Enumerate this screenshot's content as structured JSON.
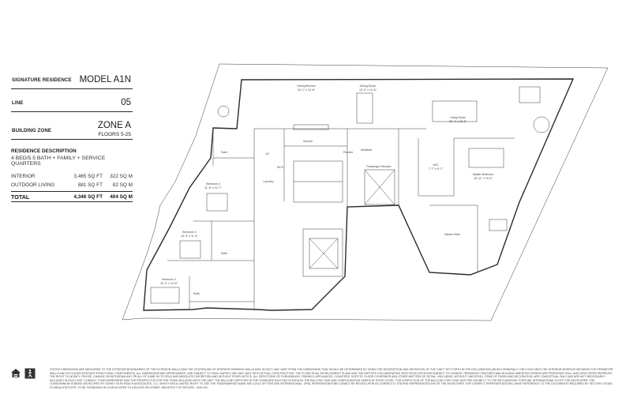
{
  "spec_sheet": {
    "rows": [
      {
        "label": "SIGNATURE RESIDENCE",
        "value": "MODEL A1N"
      },
      {
        "label": "LINE",
        "value": "05"
      },
      {
        "label": "BUILDING ZONE",
        "value": "ZONE A",
        "sub": "FLOORS 5-25"
      }
    ],
    "description_title": "RESIDENCE DESCRIPTION",
    "description": "4 BED/5.5 BATH + FAMILY + SERVICE QUARTERS",
    "areas": [
      {
        "label": "INTERIOR",
        "sqft": "3,465 SQ FT",
        "sqm": "322 SQ M"
      },
      {
        "label": "OUTDOOR LIVING",
        "sqft": "881 SQ FT",
        "sqm": "82 SQ M"
      }
    ],
    "total": {
      "label": "TOTAL",
      "sqft": "4,346 SQ FT",
      "sqm": "404 SQ M"
    }
  },
  "rooms": {
    "family_kitchen": {
      "name": "Family/Kitchen",
      "dims": "24'-1\" x 14'-6\""
    },
    "dining_room": {
      "name": "Dining Room",
      "dims": "13'-2\" x 14'-6\""
    },
    "living_room": {
      "name": "Living Room",
      "dims": "29'-4\" x 15'-8\""
    },
    "master_bedroom": {
      "name": "Master Bedroom",
      "dims": "16'-11\" x 15'-0\""
    },
    "wic": {
      "name": "WIC",
      "dims": "7'-7\" x 9'-7\""
    },
    "bedroom4": {
      "name": "Bedroom 4",
      "dims": "11'-9\" x 12'-7\""
    },
    "bedroom3": {
      "name": "Bedroom 3",
      "dims": "10'-9\" x 11'-6\""
    },
    "bedroom2": {
      "name": "Bedroom 2",
      "dims": "12'-4\" x 12'-8\""
    },
    "service": "Service",
    "laundry": "Laundry",
    "ac": "AC",
    "mcs": "MCS",
    "vestibule": "Vestibule",
    "powder": "Powder",
    "passenger_elevator": "Passenger Elevator",
    "master_bath": "Master Bath",
    "bath": "Bath"
  },
  "disclaimer": "STATED DIMENSIONS ARE MEASURED TO THE EXTERIOR BOUNDARIES OF THE EXTERIOR WALLS AND THE CENTERLINE OF INTERIOR DEMISING WALLS AND, IN FACT, MAY VARY FROM THE DIMENSIONS THAT WOULD BE DETERMINED BY USING THE DESCRIPTION AND DEFINITION OF THE \"UNIT\" SET FORTH IN THE DECLARATION (WHICH GENERALLY ONLY INCLUDES THE INTERIOR AIRSPACE BETWEEN THE PERIMETER WALLS AND EXCLUDES INTERIOR STRUCTURAL COMPONENTS). ALL DIMENSIONS ARE APPROXIMATE, ARE SUBJECT TO FINAL SURVEY AND MAY VARY WITH ACTUAL CONSTRUCTION. THE FLOOR PLAN, DEVELOPMENT PLANS AND THE ENTITIES COLLABORATING WITH DEVELOPER ARE SUBJECT TO CHANGE. RESIDENCE FEATURES AND BUILDING AMENITIES HEREIN ARE PROPOSED ONLY, AND DEVELOPER RESERVES THE RIGHT TO MODIFY, REVISE, CHANGE OR WITHDRAW ANY OR ALL OF SAME IN ITS SOLE AND ABSOLUTE DISCRETION AND WITHOUT PRIOR NOTICE. ALL DEPICTIONS OF FURNISHINGS, FINISHES, APPLIANCES, COUNTERS, SOFFITS, FLOOR COVERINGS AND OTHER MATTERS OF DETAIL, INCLUDING, WITHOUT LIMITATION, ITEMS OF FINISH AND DECORATION, ARE CONCEPTUAL ONLY AND ARE NOT NECESSARILY INCLUDED IN EACH UNIT. CONSULT YOUR AGREEMENT AND THE PROSPECTUS FOR THE ITEMS INCLUDED WITH THE UNIT. THE BALCONY DEPICTED IN THE STANDARD BALCONY ALTHOUGH THE BALCONY SIZE AND CONFIGURATION VARIES AT EVERY LEVEL. FOR A DEPICTION OF THE BALCONY FOR YOUR UNIT SEE EXHIBIT 2 TO THE DECLARATION. FORTUNE INTERNATIONAL IS NOT THE DEVELOPER. THE CONDOMINIUM IS BEING DEVELOPED BY SUNNY ISLES BEACH ASSOCIATES, LLC, WHICH HAS A LIMITED RIGHT TO USE THE TRADEMARKED NAME AND LOGO OF FORTUNE INTERNATIONAL. ORAL REPRESENTATIONS CANNOT BE RELIED UPON AS CORRECTLY STATING REPRESENTATIONS OF THE DEVELOPER. FOR CORRECT REPRESENTATIONS, MAKE REFERENCE TO THE DOCUMENTS REQUIRED BY SECTION 718.503, FLORIDA STATUTES, TO BE FURNISHED BY A DEVELOPER TO A BUYER OR LESSEE. ARCHITECT OF RECORD - ADD INC."
}
